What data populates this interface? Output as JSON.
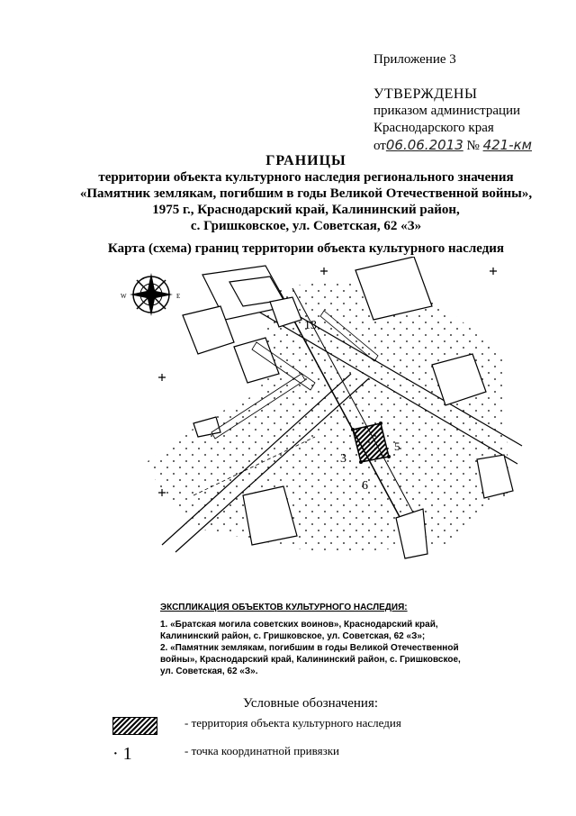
{
  "appendix": "Приложение 3",
  "approval": {
    "heading": "УТВЕРЖДЕНЫ",
    "line1": "приказом администрации",
    "line2": "Краснодарского края",
    "date_prefix": "от",
    "date": "06.06.2013",
    "number_prefix": "№",
    "number": "421-км"
  },
  "title": {
    "main": "ГРАНИЦЫ",
    "line1": "территории объекта культурного наследия регионального значения",
    "line2": "«Памятник землякам, погибшим в годы Великой Отечественной войны»,",
    "line3": "1975 г., Краснодарский край, Калининский район,",
    "line4": "с. Гришковское, ул. Советская, 62 «З»"
  },
  "map_caption": "Карта (схема) границ территории объекта культурного наследия",
  "map": {
    "labels": [
      "13",
      "3",
      "5",
      "6"
    ],
    "compass": [
      "W",
      "E"
    ]
  },
  "explication": {
    "heading": "ЭКСПЛИКАЦИЯ ОБЪЕКТОВ КУЛЬТУРНОГО НАСЛЕДИЯ:",
    "item1": "1. «Братская могила советских воинов», Краснодарский край, Калининский район, с. Гришковское, ул. Советская, 62 «З»;",
    "item2": "2. «Памятник землякам, погибшим в годы Великой Отечественной войны», Краснодарский край, Калининский район, с. Гришковское, ул. Советская, 62 «З»."
  },
  "legend": {
    "title": "Условные обозначения:",
    "territory": "- территория объекта культурного наследия",
    "point_symbol": "· 1",
    "point": "- точка координатной привязки"
  }
}
